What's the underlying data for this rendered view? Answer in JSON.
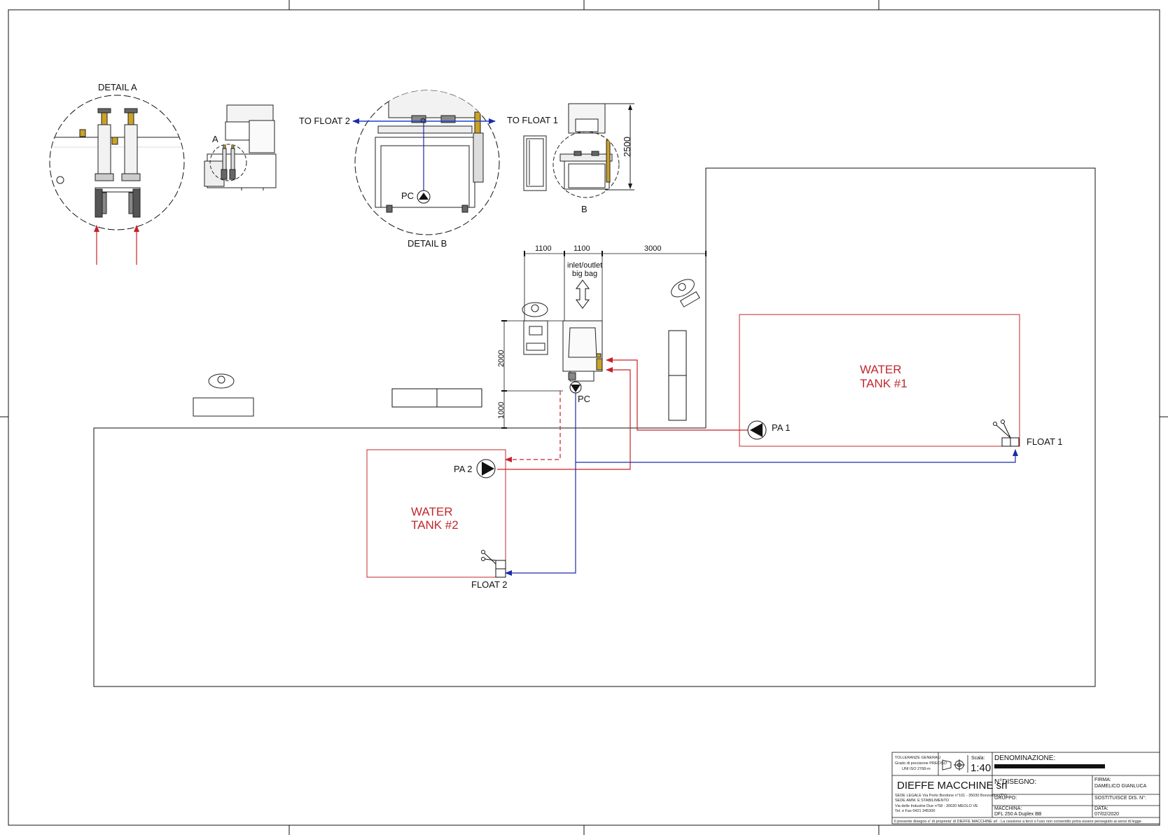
{
  "colors": {
    "line": "#111111",
    "tank": "#c0282d",
    "supply": "#c8202a",
    "return": "#1c2aa8",
    "arrow_blue": "#1e3fd0"
  },
  "details": {
    "detail_a": "DETAIL  A",
    "detail_b": "DETAIL  B",
    "callout_a": "A",
    "callout_b": "B",
    "to_float_2": "TO FLOAT 2",
    "to_float_1": "TO FLOAT 1",
    "pc_detail": "PC",
    "height_dim": "2500"
  },
  "plan": {
    "dim_1100_left": "1100",
    "dim_1100_right": "1100",
    "dim_3000": "3000",
    "dim_2000": "2000",
    "dim_1000": "1000",
    "bigbag_line1": "inlet/outlet",
    "bigbag_line2": "big bag",
    "pc": "PC",
    "tank1_line1": "WATER",
    "tank1_line2": "TANK #1",
    "tank2_line1": "WATER",
    "tank2_line2": "TANK #2",
    "pa1": "PA 1",
    "pa2": "PA 2",
    "float1": "FLOAT 1",
    "float2": "FLOAT 2"
  },
  "title_block": {
    "tolerances": "TOLLERANZE GENERALI",
    "tolerance_grade": "Grado di precisione PRECISO",
    "tolerance_norm": "UNI ISO 2768-m",
    "scale_label": "Scala:",
    "scale": "1:40",
    "denomination_label": "DENOMINAZIONE:",
    "company": "DIEFFE MACCHINE srl",
    "address_1": "SEDE LEGALE Via Porto Bordone n°101 - 35030 Bonzonica (TV)",
    "address_2": "SEDE AMM. E STABILIMENTO",
    "address_3": "Via delle Industrie Due n°58 - 30020 MEOLO VE",
    "address_4": "Tel. e Fax 0421 345300",
    "drawing_no_label": "N°DISEGNO:",
    "signature_label": "FIRMA:",
    "signature": "DAMELICO GIANLUCA",
    "group_label": "GRUPPO:",
    "replaces_label": "SOSTITUISCE DIS. N°:",
    "machine_label": "MACCHINA:",
    "machine": "DFL 250 A Duplex BB",
    "date_label": "DATA:",
    "date": "07/02/2020",
    "footer": "Il presente disegno e' di proprieta' di DIEFFE MACCHINE srl - La cessione a terzi o l'uso non consentito potra essere perseguito ai sensi di legge"
  }
}
